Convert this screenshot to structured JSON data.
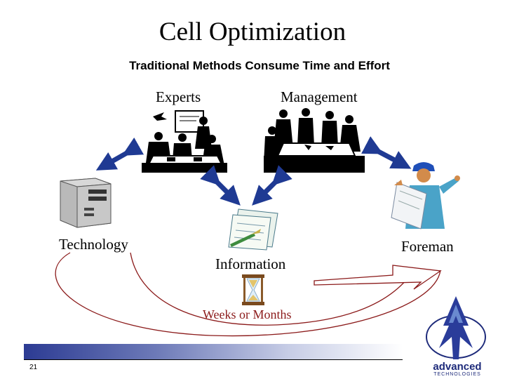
{
  "title": "Cell Optimization",
  "subtitle": "Traditional Methods Consume Time and Effort",
  "nodes": {
    "experts": "Experts",
    "management": "Management",
    "technology": "Technology",
    "foreman": "Foreman",
    "information": "Information"
  },
  "duration": "Weeks or Months",
  "page_number": "21",
  "logo": {
    "word": "advanced",
    "tagline": "TECHNOLOGIES"
  },
  "colors": {
    "arrow_fill": "#1f3a93",
    "arrow_outline": "#ffffff",
    "duration_text": "#8b1a1a",
    "logo_blue": "#1d2a7a"
  },
  "icons": [
    "experts-meeting-illustration",
    "management-meeting-illustration",
    "computer-tower-icon",
    "foreman-with-blueprint-illustration",
    "documents-icon",
    "hourglass-icon",
    "advanced-technologies-logo"
  ]
}
